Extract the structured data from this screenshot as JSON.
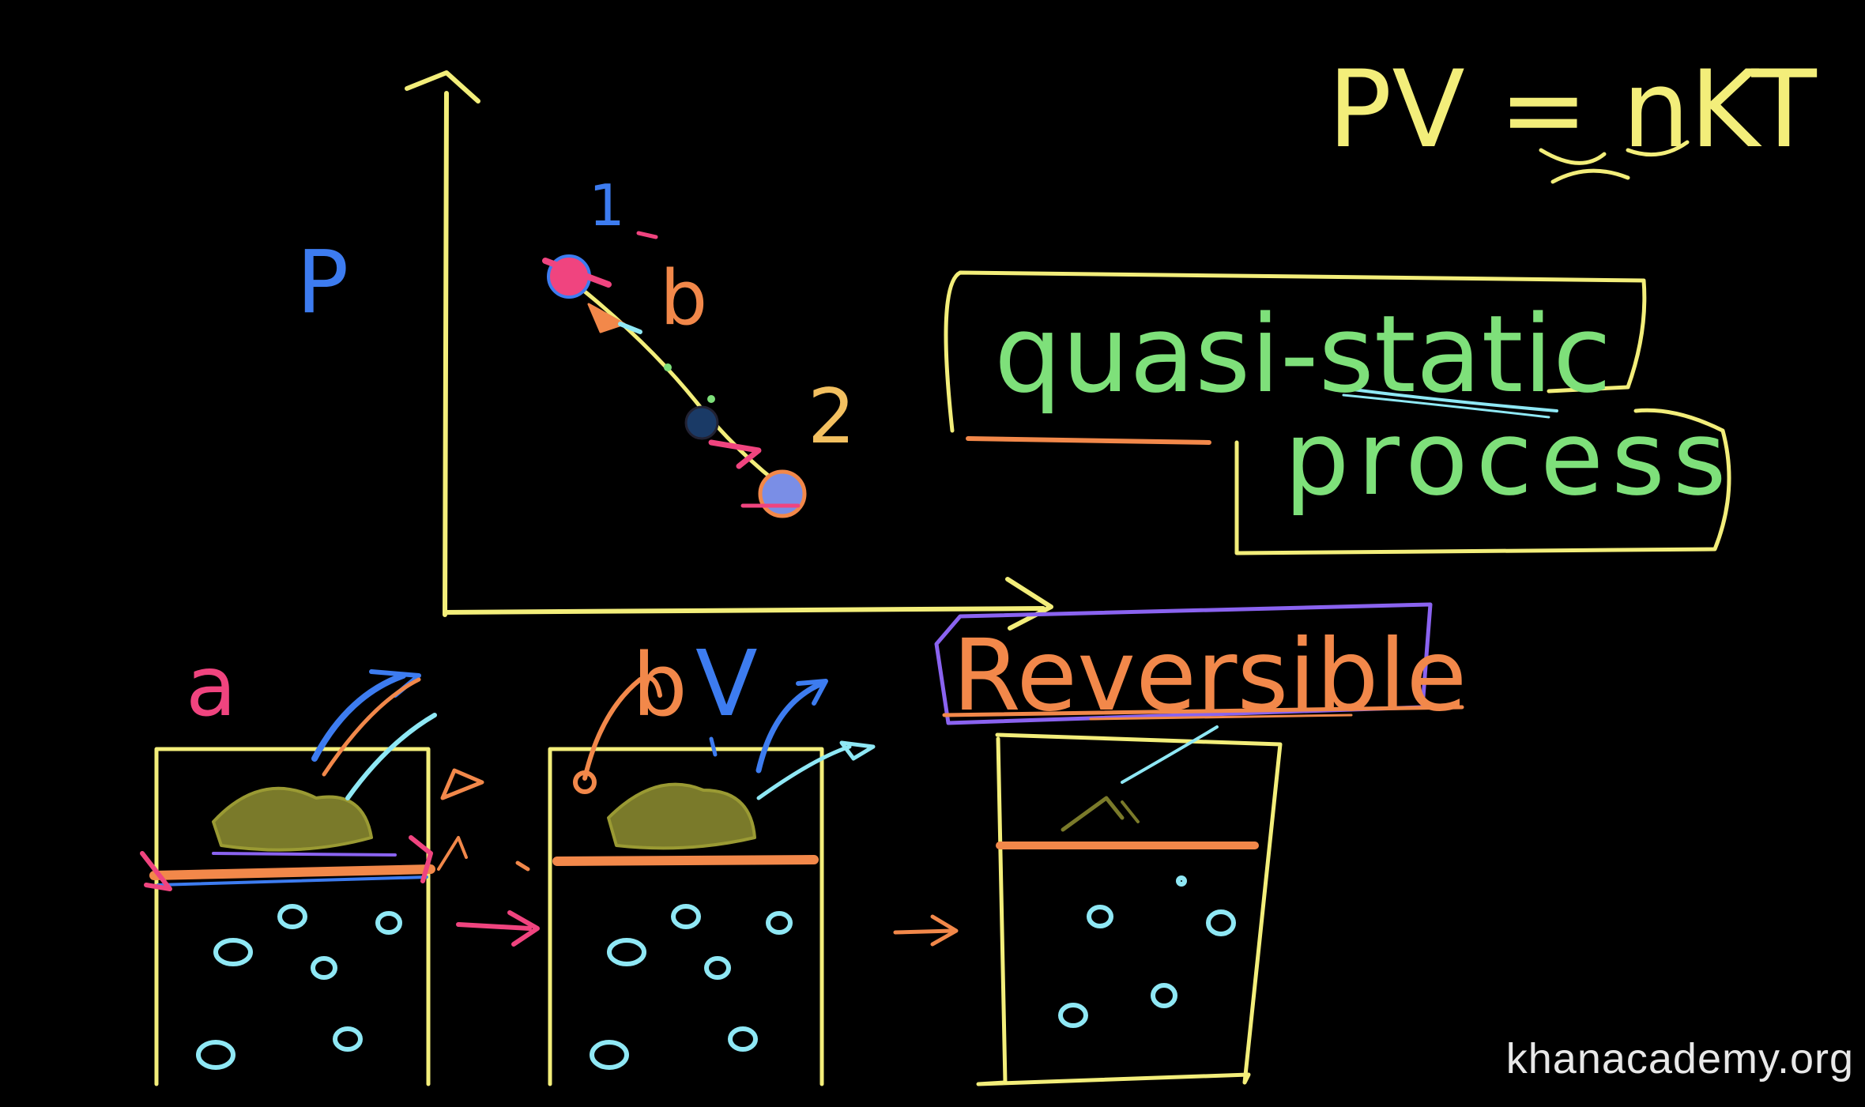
{
  "board": {
    "equation": "PV = nKT",
    "axis_y_label": "P",
    "axis_x_label": "V",
    "point_1": "1",
    "point_2": "2",
    "point_b": "b",
    "phrase_line1": "quasi-static",
    "phrase_line2": "process",
    "word_reversible": "Reversible",
    "container_label_a": "a",
    "container_label_b": "b"
  },
  "colors": {
    "background": "#000000",
    "axes": "#f3ee7a",
    "green_text": "#7ee07a",
    "orange": "#f2884a",
    "pink": "#f0447f",
    "blue": "#3d7cf0",
    "cyan": "#8fe8f5",
    "olive": "#9a9a33",
    "purple": "#8a63f0"
  },
  "watermark": "khanacademy.org"
}
